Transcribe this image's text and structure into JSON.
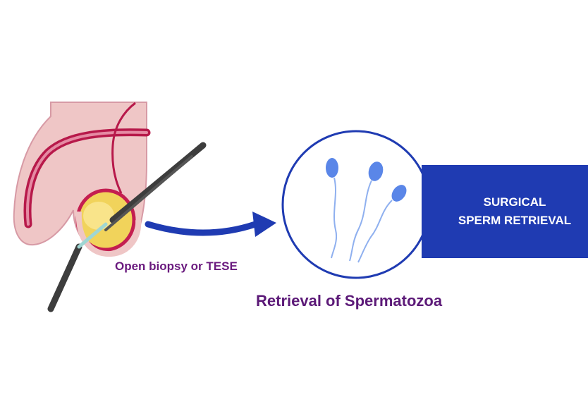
{
  "labels": {
    "procedure": "Open biopsy or TESE",
    "result": "Retrieval of Spermatozoa"
  },
  "banner": {
    "line1": "SURGICAL",
    "line2": "SPERM RETRIEVAL",
    "color": "#1f3bb2"
  },
  "colors": {
    "caption_purple": "#6a1a7e",
    "arrow_blue": "#1f3bb2",
    "circle_outline": "#1f3bb2",
    "sperm_blue": "#5a86e8",
    "tissue_pink": "#efc6c6",
    "tissue_dark": "#c41e50",
    "testis_yellow": "#f1d35b",
    "instrument_gray": "#3d3d3d"
  }
}
